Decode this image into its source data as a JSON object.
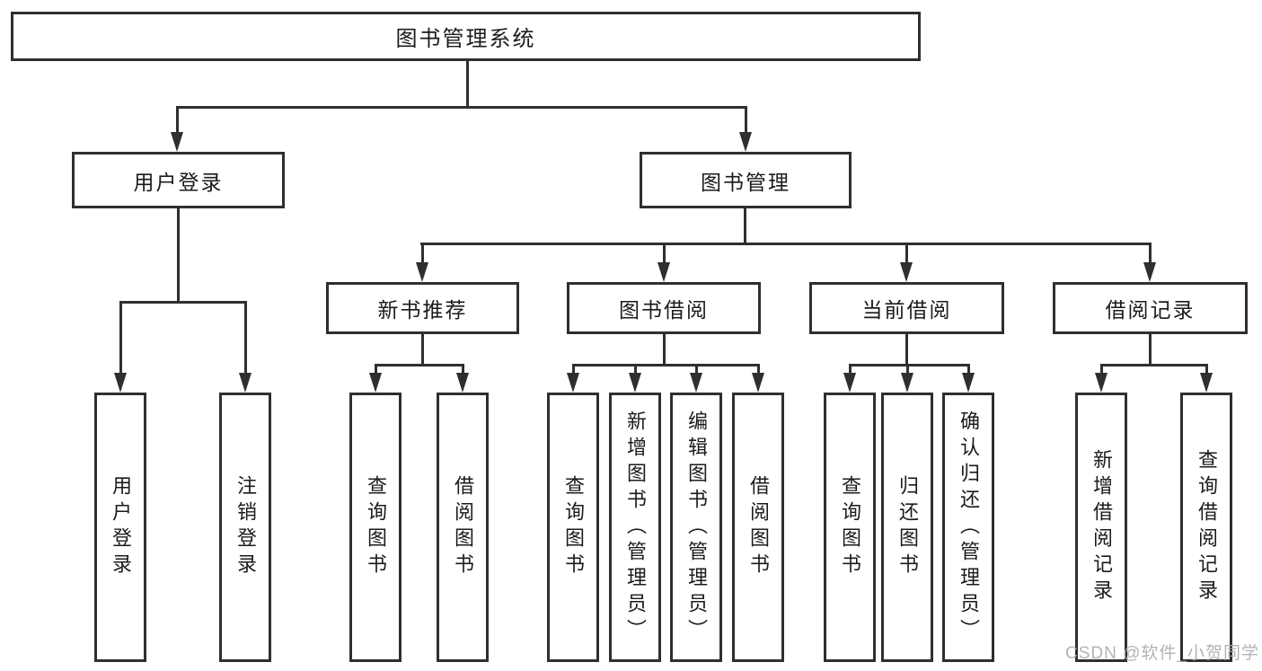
{
  "diagram": {
    "root_label": "图书管理系统",
    "login": {
      "label": "用户登录",
      "children": [
        "用户登录",
        "注销登录"
      ]
    },
    "management": {
      "label": "图书管理",
      "sections": [
        {
          "label": "新书推荐",
          "children": [
            "查询图书",
            "借阅图书"
          ]
        },
        {
          "label": "图书借阅",
          "children": [
            "查询图书",
            "新增图书（管理员）",
            "编辑图书（管理员）",
            "借阅图书"
          ]
        },
        {
          "label": "当前借阅",
          "children": [
            "查询图书",
            "归还图书",
            "确认归还（管理员）"
          ]
        },
        {
          "label": "借阅记录",
          "children": [
            "新增借阅记录",
            "查询借阅记录"
          ]
        }
      ]
    }
  },
  "watermark": "CSDN @软件_小贺同学",
  "colors": {
    "line": "#2f2f2f",
    "text": "#1b1b1b",
    "background": "#ffffff",
    "watermark": "#a9acb0"
  }
}
